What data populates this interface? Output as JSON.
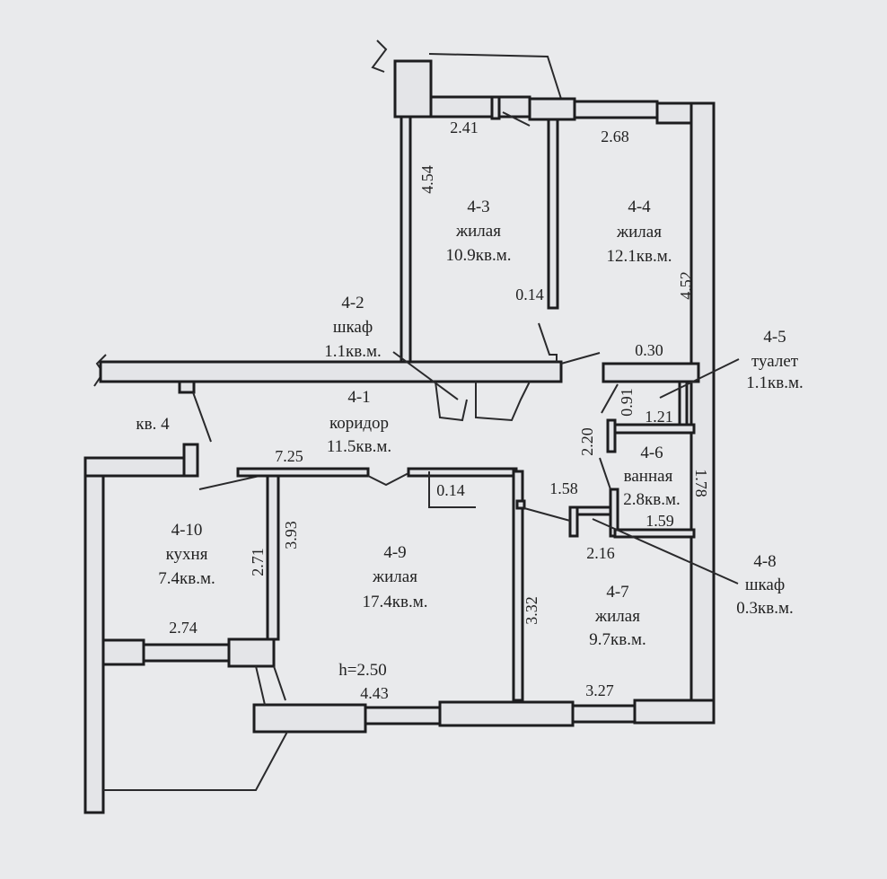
{
  "apartment": "кв. 4",
  "height": "h=2.50",
  "rooms": [
    {
      "id": "4-1",
      "type": "коридор",
      "area": "11.5кв.м."
    },
    {
      "id": "4-2",
      "type": "шкаф",
      "area": "1.1кв.м."
    },
    {
      "id": "4-3",
      "type": "жилая",
      "area": "10.9кв.м."
    },
    {
      "id": "4-4",
      "type": "жилая",
      "area": "12.1кв.м."
    },
    {
      "id": "4-5",
      "type": "туалет",
      "area": "1.1кв.м."
    },
    {
      "id": "4-6",
      "type": "ванная",
      "area": "2.8кв.м."
    },
    {
      "id": "4-7",
      "type": "жилая",
      "area": "9.7кв.м."
    },
    {
      "id": "4-8",
      "type": "шкаф",
      "area": "0.3кв.м."
    },
    {
      "id": "4-9",
      "type": "жилая",
      "area": "17.4кв.м."
    },
    {
      "id": "4-10",
      "type": "кухня",
      "area": "7.4кв.м."
    }
  ],
  "dimensions": {
    "d241": "2.41",
    "d268": "2.68",
    "d454": "4.54",
    "d452": "4.52",
    "d014a": "0.14",
    "d030": "0.30",
    "d091": "0.91",
    "d121": "1.21",
    "d220": "2.20",
    "d178": "1.78",
    "d725": "7.25",
    "d014b": "0.14",
    "d158": "1.58",
    "d159": "1.59",
    "d216": "2.16",
    "d271": "2.71",
    "d393": "3.93",
    "d332": "3.32",
    "d274": "2.74",
    "d443": "4.43",
    "d327": "3.27"
  }
}
